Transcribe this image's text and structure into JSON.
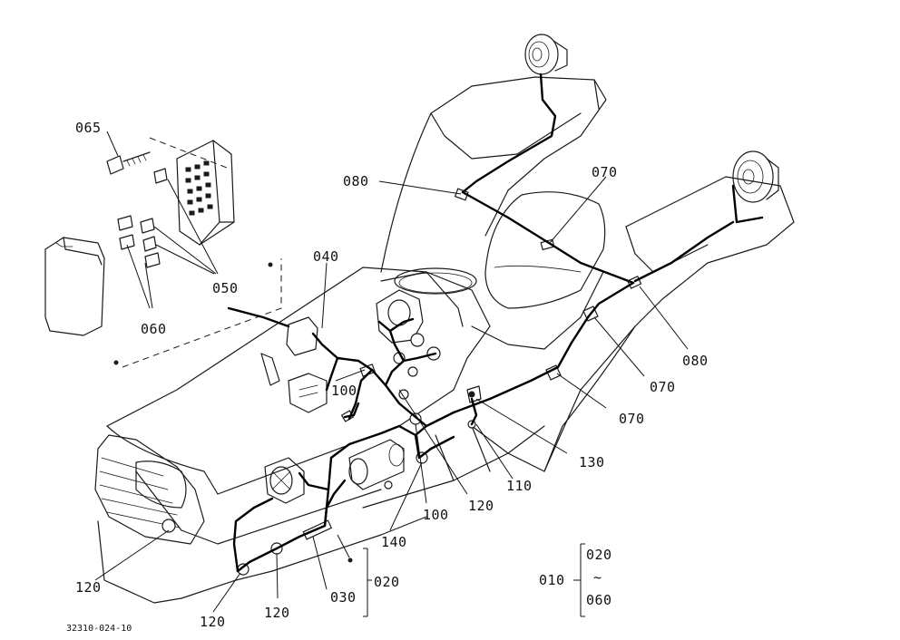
{
  "labels": {
    "l_065": "065",
    "l_050": "050",
    "l_060": "060",
    "l_040": "040",
    "l_080_top": "080",
    "l_070_top": "070",
    "l_080_right": "080",
    "l_070_right": "070",
    "l_070_lower": "070",
    "l_130": "130",
    "l_100_left": "100",
    "l_100_bottom": "100",
    "l_120_mid": "120",
    "l_110": "110",
    "l_140": "140",
    "l_120_left": "120",
    "l_120_bottom1": "120",
    "l_120_bottom2": "120",
    "l_030": "030",
    "l_020_main": "020",
    "legend_010": "010",
    "legend_020": "020",
    "legend_060": "060",
    "legend_tilde": "~",
    "drawing_ref": "32310-024-10"
  }
}
